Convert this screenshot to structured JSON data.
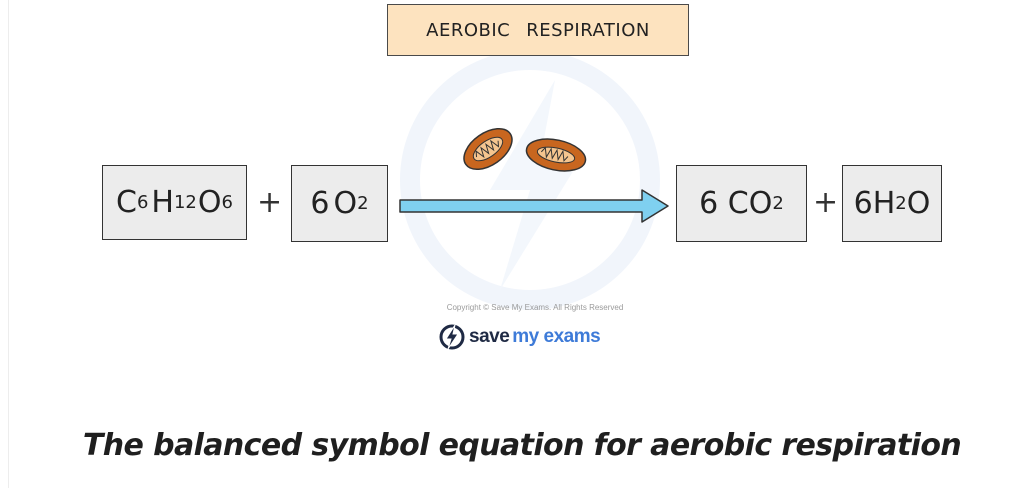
{
  "title_box": {
    "word1": "AEROBIC",
    "word2": "RESPIRATION"
  },
  "equation": {
    "reactant1": {
      "label": "C6H12O6",
      "parts": [
        "C",
        "6",
        "H",
        "12",
        "O",
        "6"
      ]
    },
    "plus1": "+",
    "reactant2": {
      "label": "6O2",
      "parts": [
        "6",
        "O",
        "2"
      ]
    },
    "product1": {
      "label": "6CO2",
      "parts": [
        "6 CO",
        "2"
      ]
    },
    "plus2": "+",
    "product2": {
      "label": "6H2O",
      "parts": [
        "6H",
        "2",
        "O"
      ]
    }
  },
  "mitochondria_icon": "mitochondria-icon",
  "arrow_color": "#7fd0f0",
  "title_fill": "#fde3bf",
  "box_fill": "#ececec",
  "mitochondria_color": "#c8661f",
  "watermark": {
    "copyright": "Copyright © Save My Exams. All Rights Reserved",
    "brand_part1": "save",
    "brand_part2": "my exams",
    "brand_color": "#3e7bd8"
  },
  "caption": "The balanced symbol equation for aerobic respiration"
}
